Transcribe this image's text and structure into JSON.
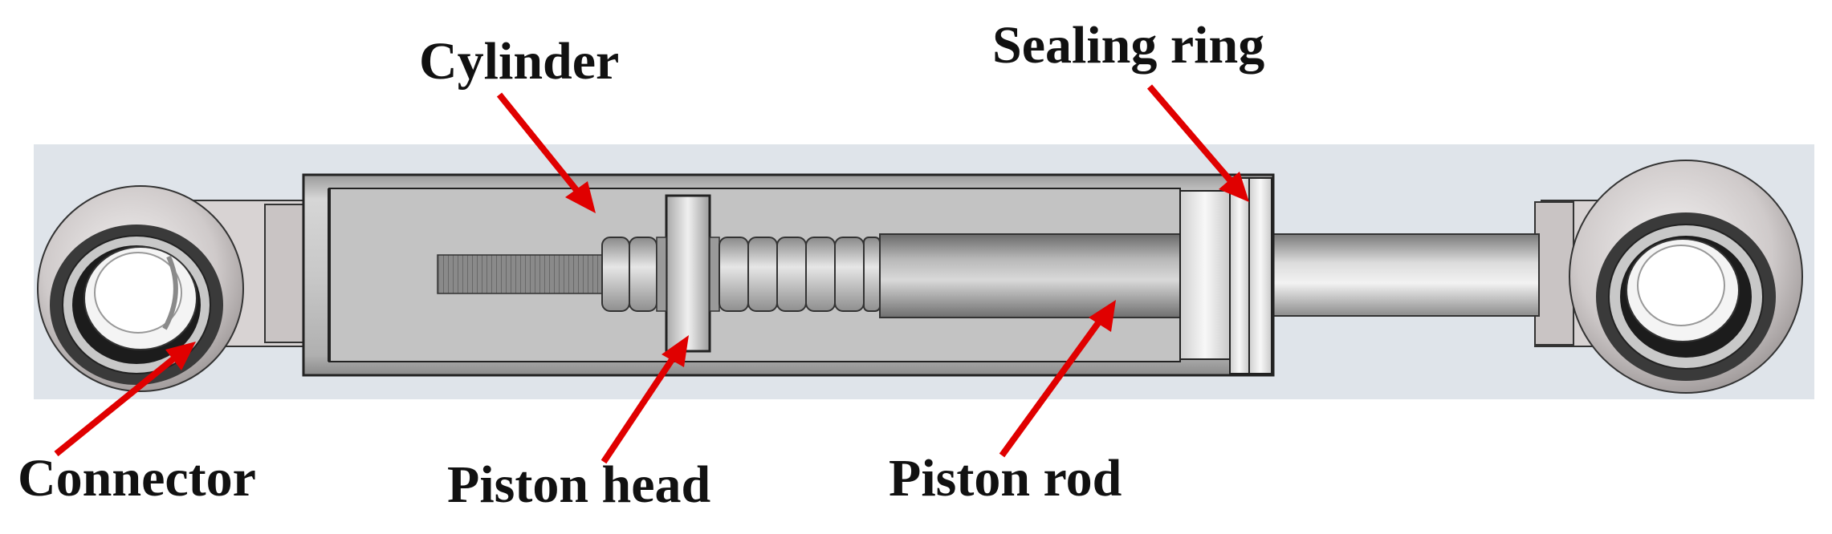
{
  "labels": {
    "cylinder": "Cylinder",
    "sealing_ring": "Sealing ring",
    "connector": "Connector",
    "piston_head": "Piston head",
    "piston_rod": "Piston rod"
  },
  "colors": {
    "arrow": "#e00000",
    "text": "#111111",
    "background_panel": "#dfe4ea",
    "metal_light": "#f2f2f2",
    "metal_mid": "#bdbdbd",
    "metal_dark": "#7a7a7a"
  }
}
